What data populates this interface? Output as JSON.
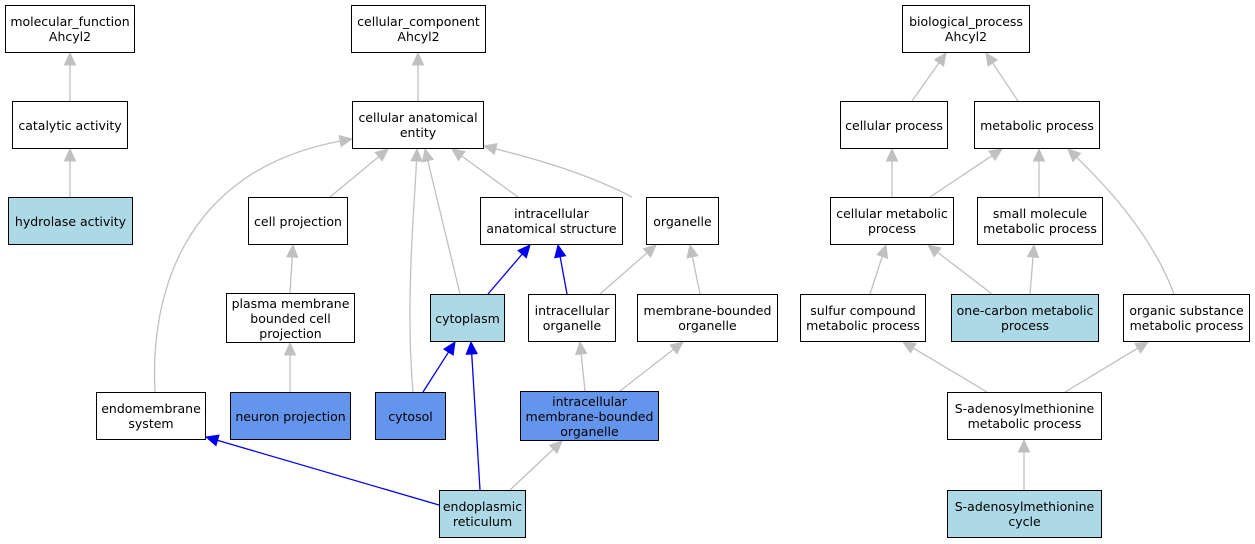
{
  "colors": {
    "edge_default": "#c0c0c0",
    "edge_highlight": "#0000ee",
    "node_default": "#ffffff",
    "node_light": "#add8e6",
    "node_blue": "#6495ed"
  },
  "nodes": {
    "mf_root": [
      "molecular_function",
      "Ahcyl2"
    ],
    "catalytic": [
      "catalytic activity"
    ],
    "hydrolase": [
      "hydrolase activity"
    ],
    "cc_root": [
      "cellular_component",
      "Ahcyl2"
    ],
    "anat_entity": [
      "cellular anatomical",
      "entity"
    ],
    "cell_proj": [
      "cell projection"
    ],
    "intra_anat": [
      "intracellular",
      "anatomical structure"
    ],
    "organelle": [
      "organelle"
    ],
    "pm_proj": [
      "plasma membrane",
      "bounded cell",
      "projection"
    ],
    "cytoplasm": [
      "cytoplasm"
    ],
    "intra_org": [
      "intracellular",
      "organelle"
    ],
    "mb_org": [
      "membrane-bounded",
      "organelle"
    ],
    "endomembrane": [
      "endomembrane",
      "system"
    ],
    "neuron_proj": [
      "neuron projection"
    ],
    "cytosol": [
      "cytosol"
    ],
    "intra_mb_org": [
      "intracellular",
      "membrane-bounded",
      "organelle"
    ],
    "er": [
      "endoplasmic",
      "reticulum"
    ],
    "bp_root": [
      "biological_process",
      "Ahcyl2"
    ],
    "cell_proc": [
      "cellular process"
    ],
    "met_proc": [
      "metabolic process"
    ],
    "cell_met": [
      "cellular metabolic",
      "process"
    ],
    "small_mol": [
      "small molecule",
      "metabolic process"
    ],
    "sulfur": [
      "sulfur compound",
      "metabolic process"
    ],
    "one_carbon": [
      "one-carbon metabolic",
      "process"
    ],
    "org_subst": [
      "organic substance",
      "metabolic process"
    ],
    "sam_met": [
      "S-adenosylmethionine",
      "metabolic process"
    ],
    "sam_cycle": [
      "S-adenosylmethionine",
      "cycle"
    ]
  }
}
